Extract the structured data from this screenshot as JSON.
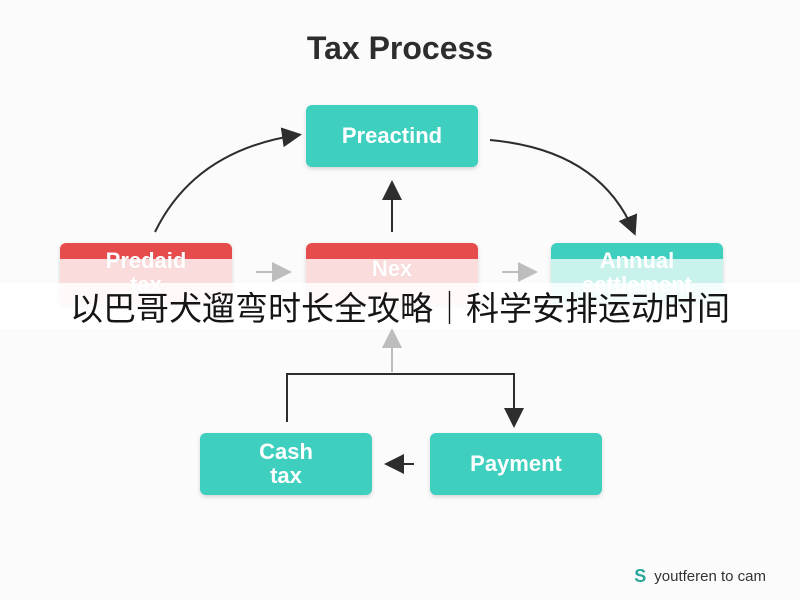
{
  "title": "Tax Process",
  "nodes": {
    "preactind": "Preactind",
    "prepaid_tax": [
      "Predaid",
      "tax"
    ],
    "nex": "Nex",
    "annual_settlement": [
      "Annual",
      "settlement"
    ],
    "cash_tax": [
      "Cash",
      "tax"
    ],
    "payment": "Payment"
  },
  "overlay_text": "以巴哥犬遛弯时长全攻略｜科学安排运动时间",
  "watermark": {
    "icon": "S",
    "text": "youtferen to cam"
  },
  "colors": {
    "teal": "#3fcfbe",
    "red": "#e74c4c",
    "arrow": "#2d2d2d",
    "faded_arrow": "#bdbdbd"
  }
}
